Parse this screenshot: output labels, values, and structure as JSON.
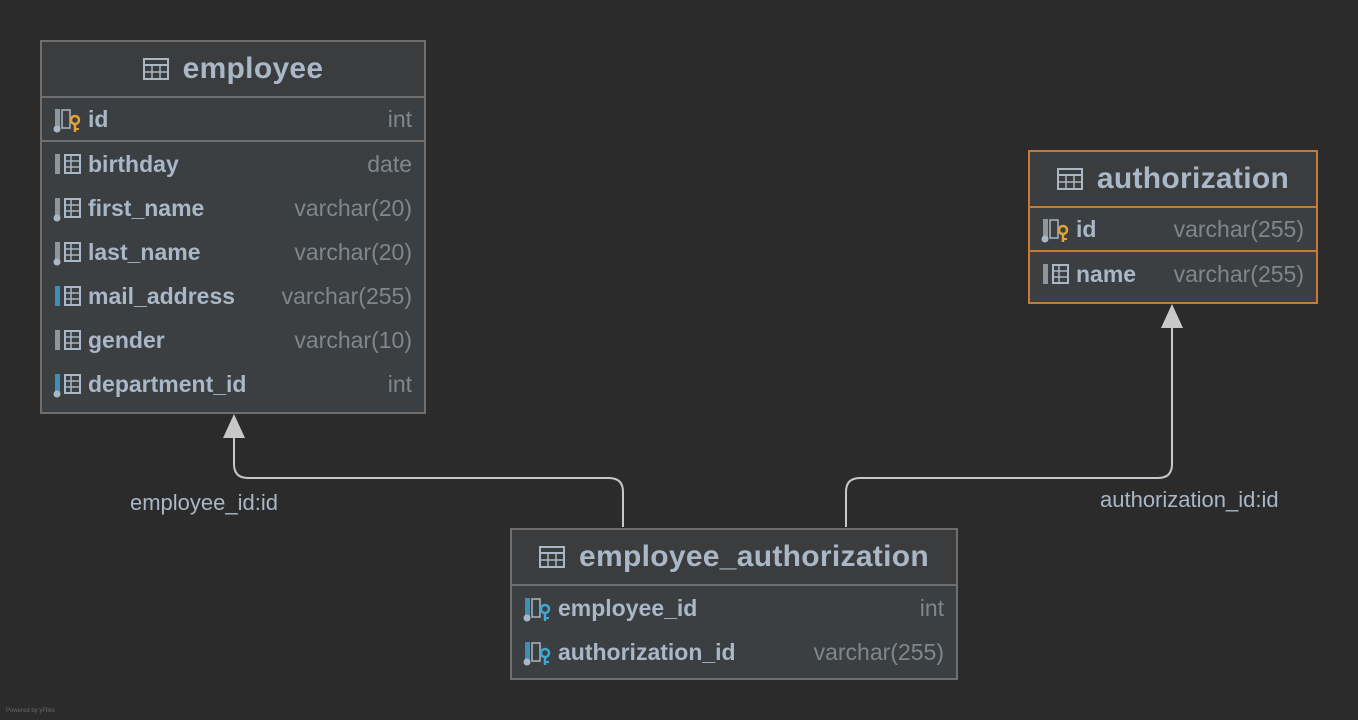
{
  "entities": {
    "employee": {
      "name": "employee",
      "columns": [
        {
          "name": "id",
          "type": "int",
          "icon": "primary-key-icon"
        },
        {
          "name": "birthday",
          "type": "date",
          "icon": "column-icon"
        },
        {
          "name": "first_name",
          "type": "varchar(20)",
          "icon": "column-notnull-icon"
        },
        {
          "name": "last_name",
          "type": "varchar(20)",
          "icon": "column-notnull-icon"
        },
        {
          "name": "mail_address",
          "type": "varchar(255)",
          "icon": "column-index-icon"
        },
        {
          "name": "gender",
          "type": "varchar(10)",
          "icon": "column-icon"
        },
        {
          "name": "department_id",
          "type": "int",
          "icon": "column-index-notnull-icon"
        }
      ]
    },
    "authorization": {
      "name": "authorization",
      "columns": [
        {
          "name": "id",
          "type": "varchar(255)",
          "icon": "primary-key-icon"
        },
        {
          "name": "name",
          "type": "varchar(255)",
          "icon": "column-icon"
        }
      ]
    },
    "employee_authorization": {
      "name": "employee_authorization",
      "columns": [
        {
          "name": "employee_id",
          "type": "int",
          "icon": "foreign-key-icon"
        },
        {
          "name": "authorization_id",
          "type": "varchar(255)",
          "icon": "foreign-key-icon"
        }
      ]
    }
  },
  "relations": [
    {
      "label": "employee_id:id",
      "from": "employee_authorization",
      "to": "employee"
    },
    {
      "label": "authorization_id:id",
      "from": "employee_authorization",
      "to": "authorization"
    }
  ],
  "watermark": "Powered by yFiles",
  "colors": {
    "background": "#2b2b2b",
    "entity": "#3c3f41",
    "selected_border": "#c77a35",
    "pk_key": "#e0a33a",
    "fk_key": "#3da8d8",
    "index_bar": "#3d8fb8"
  }
}
